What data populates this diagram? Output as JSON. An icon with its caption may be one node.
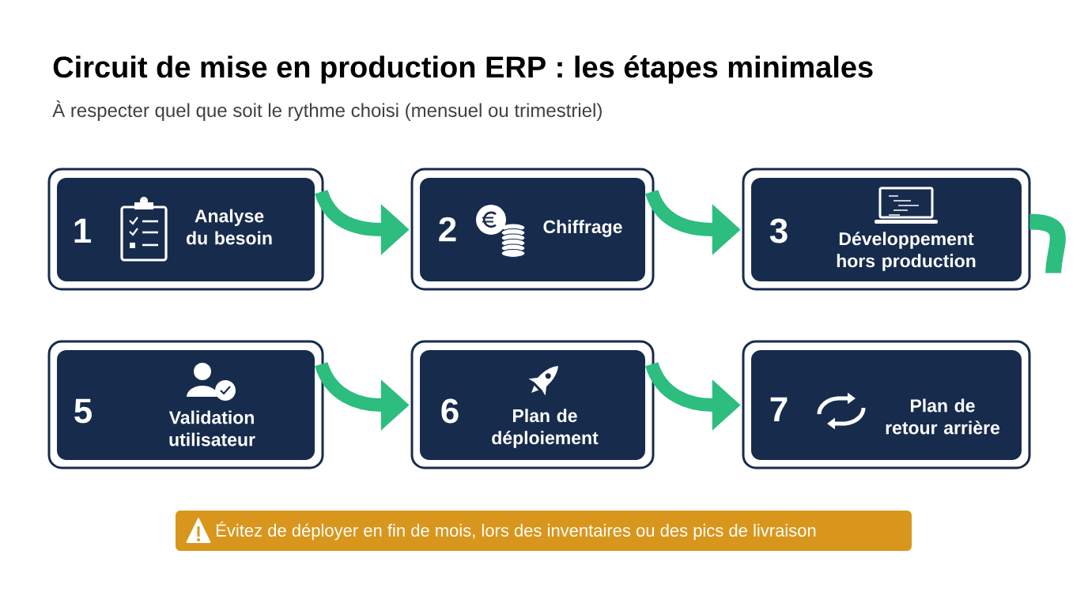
{
  "diagram": {
    "title": "Circuit de mise en production ERP : les étapes minimales",
    "caption": "À respecter quel que soit le rythme choisi (mensuel ou trimestriel)",
    "nodes": [
      {
        "text": [
          "1",
          "Analyse du besoin"
        ]
      },
      {
        "text": [
          "2",
          "Chiffrage"
        ]
      },
      {
        "text": [
          "3",
          "Développement hors production"
        ]
      },
      {
        "text": [
          "5",
          "Validation utilisateur"
        ]
      },
      {
        "text": [
          "6",
          "Plan de déploiement"
        ]
      },
      {
        "text": [
          "7",
          "Plan de retour arrière"
        ]
      },
      {
        "text": [
          "Évitez de déployer en fin de mois, lors des inventaires ou des pics de livraison"
        ]
      }
    ],
    "edges": [
      {
        "from": 0,
        "to": 1,
        "arrow": "to"
      },
      {
        "from": 1,
        "to": 2,
        "arrow": "to"
      },
      {
        "from": 2,
        "to": null,
        "arrow": "none"
      },
      {
        "from": 3,
        "to": 4,
        "arrow": "to"
      },
      {
        "from": 4,
        "to": 5,
        "arrow": "to"
      }
    ]
  }
}
